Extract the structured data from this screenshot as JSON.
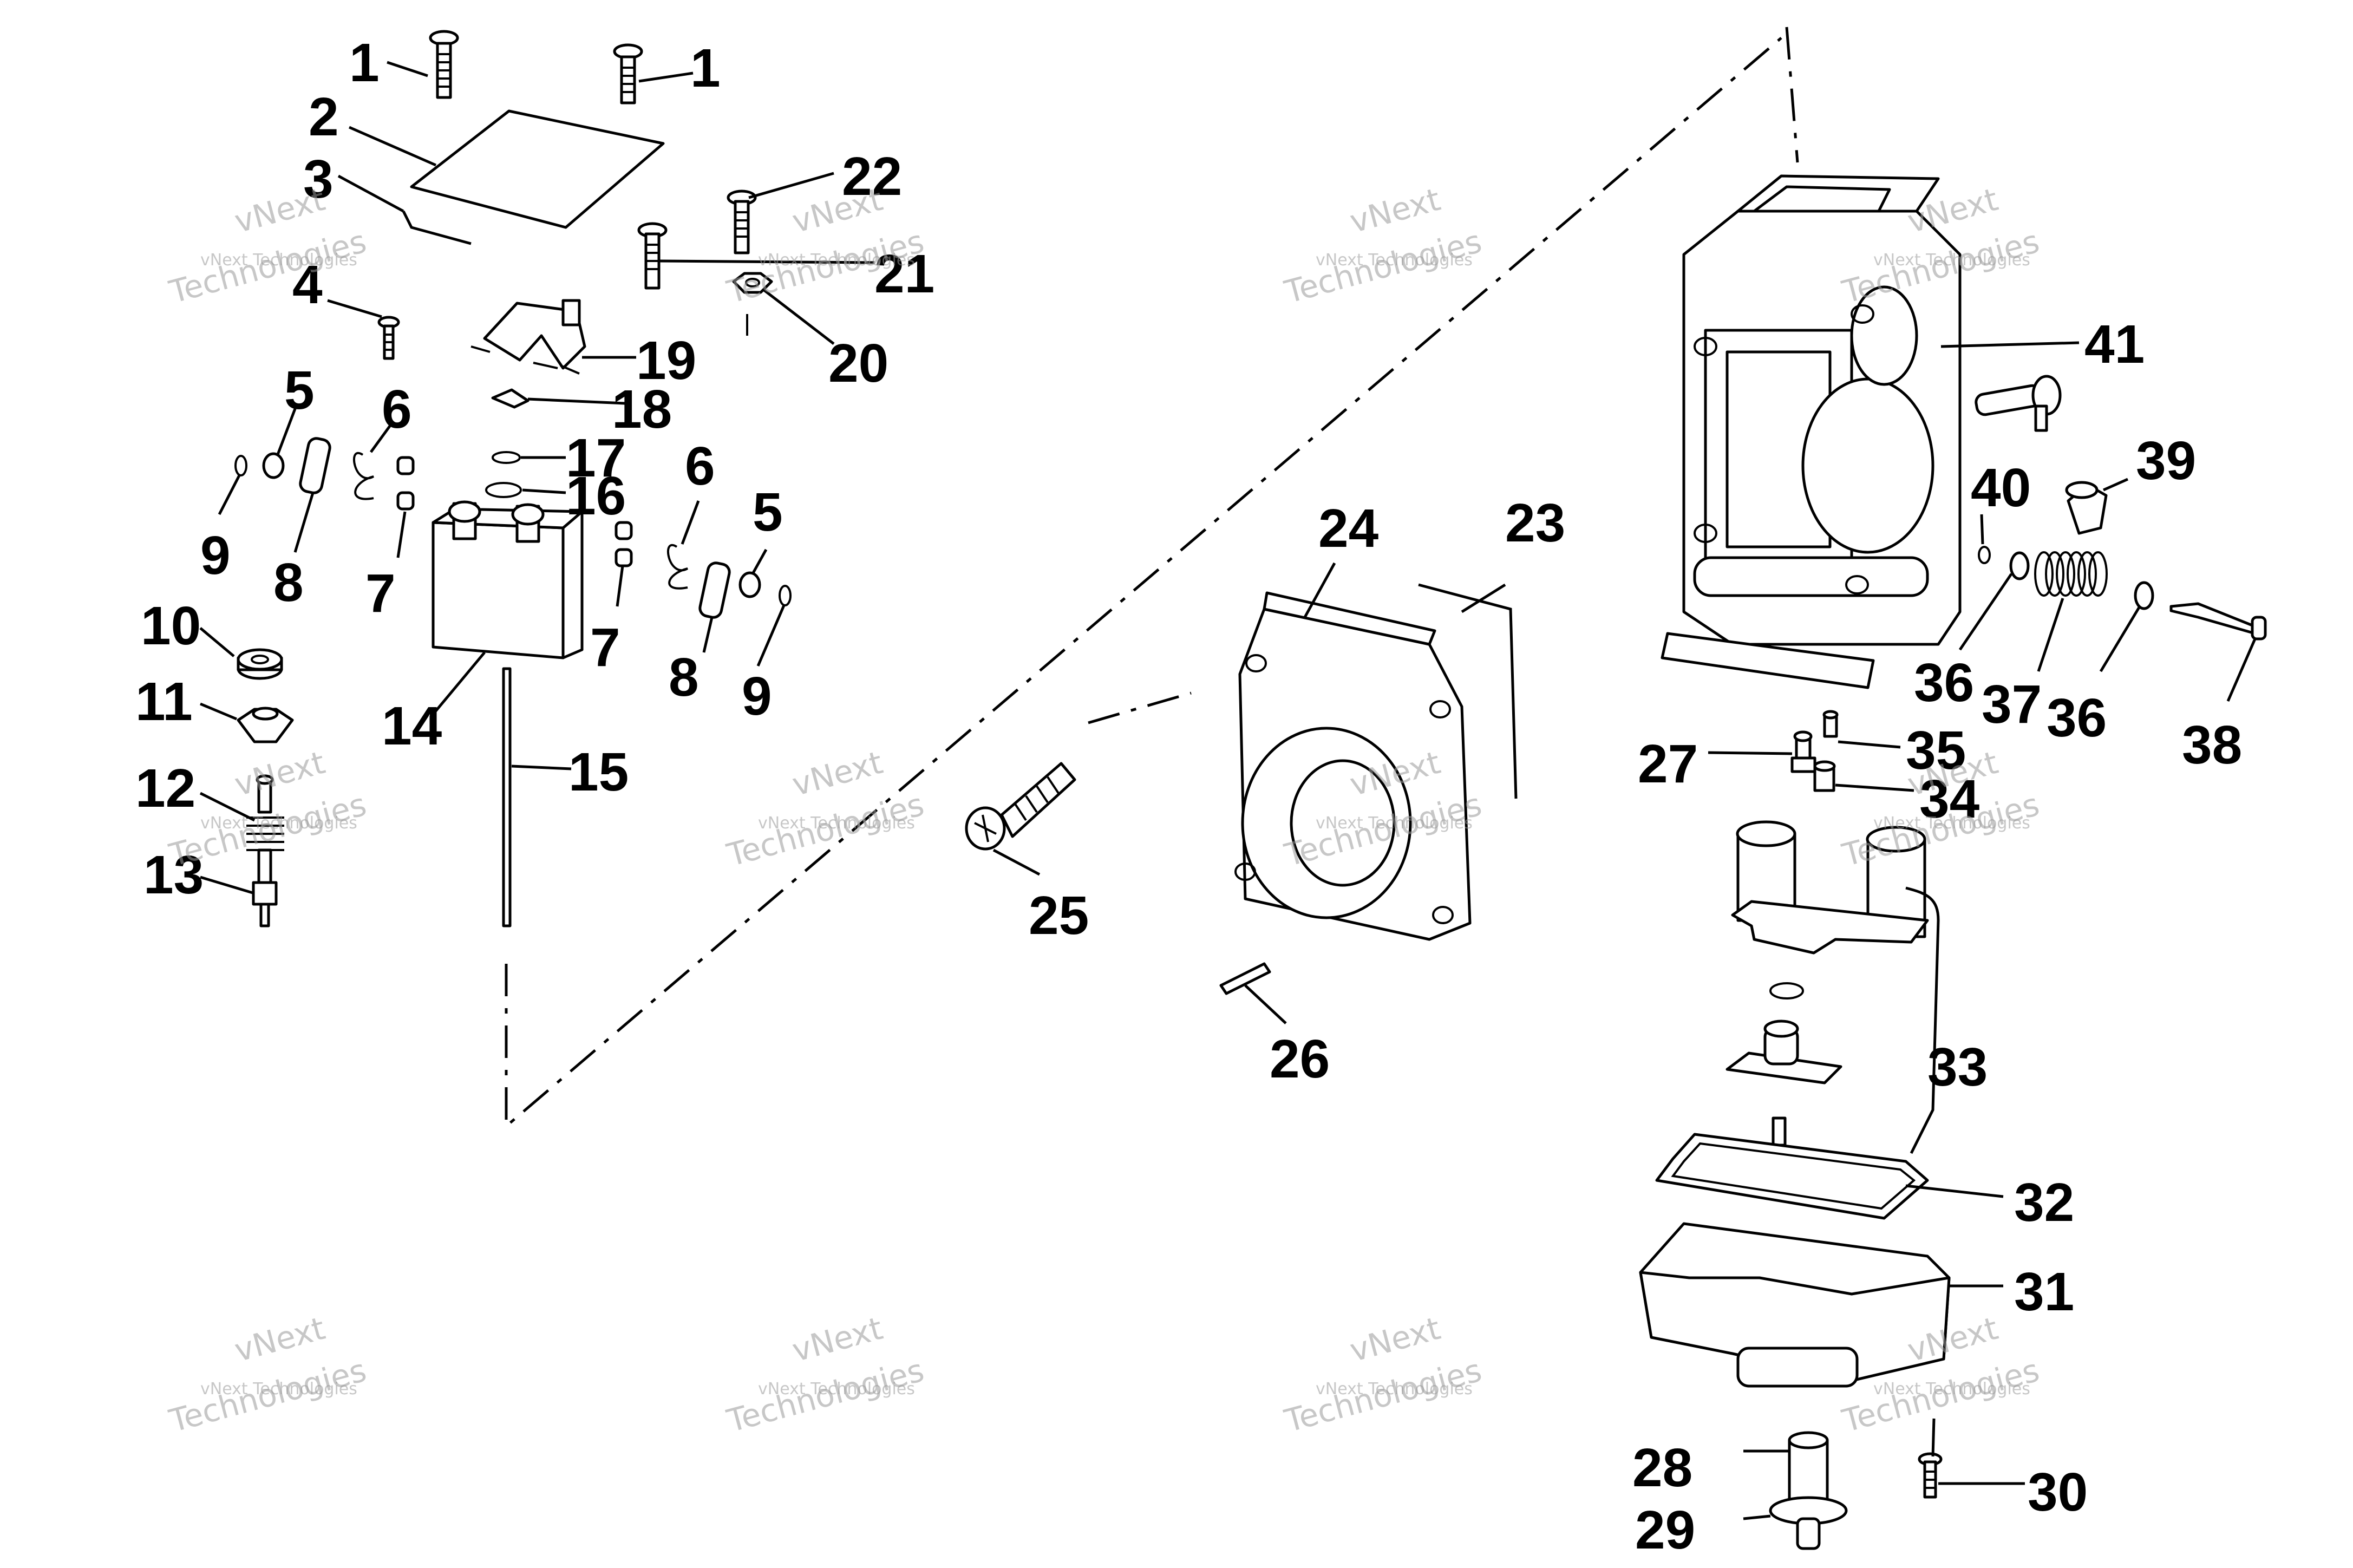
{
  "watermark": {
    "line1": "vNext",
    "line2": "vNext Technologies",
    "line3": "Technologies"
  },
  "callouts": [
    "1",
    "1",
    "2",
    "3",
    "4",
    "5",
    "6",
    "7",
    "8",
    "9",
    "10",
    "11",
    "12",
    "13",
    "14",
    "15",
    "16",
    "17",
    "18",
    "19",
    "20",
    "21",
    "22",
    "6",
    "5",
    "7",
    "8",
    "9",
    "23",
    "24",
    "25",
    "26",
    "27",
    "28",
    "29",
    "30",
    "31",
    "32",
    "33",
    "34",
    "35",
    "36",
    "36",
    "37",
    "38",
    "39",
    "40",
    "41"
  ]
}
